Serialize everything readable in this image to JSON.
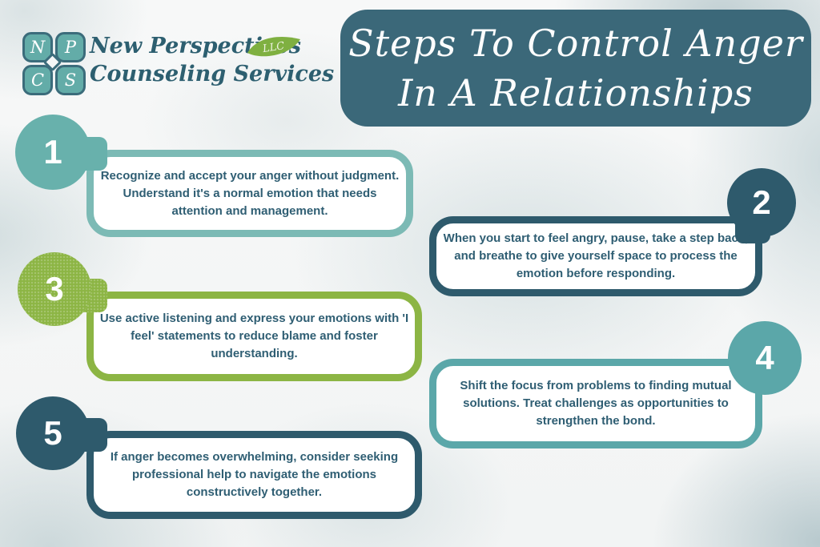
{
  "logo": {
    "letters": [
      "N",
      "P",
      "C",
      "S"
    ],
    "name_line1": "New Perspectives",
    "name_line2": "Counseling Services",
    "llc": "LLC"
  },
  "title": {
    "line1": "Steps To Control Anger",
    "line2": "In A Relationships"
  },
  "steps": [
    {
      "number": "1",
      "text": "Recognize and accept your anger without judgment. Understand it's a normal emotion that needs attention and management."
    },
    {
      "number": "2",
      "text": "When you start to feel angry, pause, take a step back, and breathe to give yourself space to process the emotion before responding."
    },
    {
      "number": "3",
      "text": "Use active listening and express your emotions with 'I feel' statements to reduce blame and foster understanding."
    },
    {
      "number": "4",
      "text": "Shift the focus from problems to finding mutual solutions. Treat challenges as opportunities to strengthen the bond."
    },
    {
      "number": "5",
      "text": "If anger becomes overwhelming, consider seeking professional help to navigate the emotions constructively together."
    }
  ],
  "colors": {
    "teal": "#68b1ac",
    "teal_border": "#7cbab5",
    "teal_alt": "#5ba7a9",
    "dark_teal": "#2e5a6c",
    "green": "#8cb544",
    "title_bg": "#3b6879",
    "body_text": "#2f5e73",
    "logo_text": "#2d5f70",
    "leaf_green": "#7fb041"
  }
}
